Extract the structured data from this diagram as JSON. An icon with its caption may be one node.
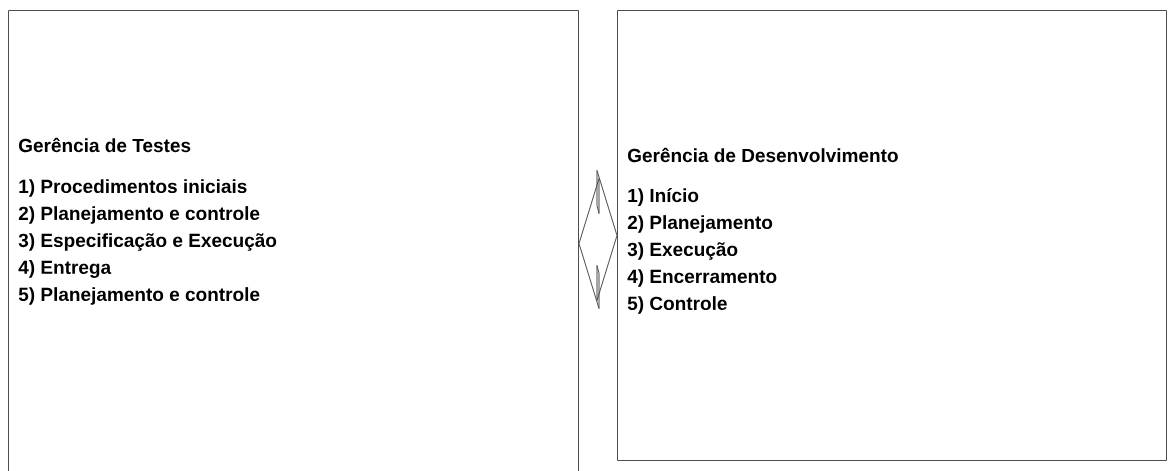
{
  "diagram": {
    "nodes": [
      {
        "text": [
          "Gerência de Testes",
          "1) Procedimentos iniciais",
          "2) Planejamento e controle",
          "3) Especificação e Execução",
          "4) Entrega",
          "5) Planejamento e controle"
        ]
      },
      {
        "text": [
          "Gerência de Desenvolvimento",
          "1) Início",
          "2) Planejamento",
          "3) Execução",
          "4) Encerramento",
          "5) Controle"
        ]
      }
    ],
    "edges": [
      {
        "from": 0,
        "to": 1,
        "arrow": "both"
      }
    ]
  }
}
